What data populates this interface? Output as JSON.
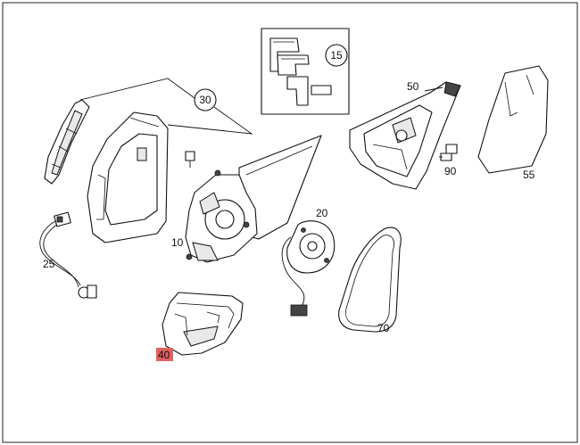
{
  "diagram": {
    "highlight_color": "#e06060",
    "callouts": [
      {
        "id": "c15",
        "text": "15",
        "circled": true
      },
      {
        "id": "c30",
        "text": "30",
        "circled": true
      },
      {
        "id": "c50",
        "text": "50",
        "circled": false
      },
      {
        "id": "c90",
        "text": "90",
        "circled": false
      },
      {
        "id": "c55",
        "text": "55",
        "circled": false
      },
      {
        "id": "c10",
        "text": "10",
        "circled": false
      },
      {
        "id": "c20",
        "text": "20",
        "circled": false
      },
      {
        "id": "c25",
        "text": "25",
        "circled": false
      },
      {
        "id": "c70",
        "text": "70",
        "circled": false
      },
      {
        "id": "c40",
        "text": "40",
        "circled": false,
        "highlighted": true
      }
    ]
  }
}
